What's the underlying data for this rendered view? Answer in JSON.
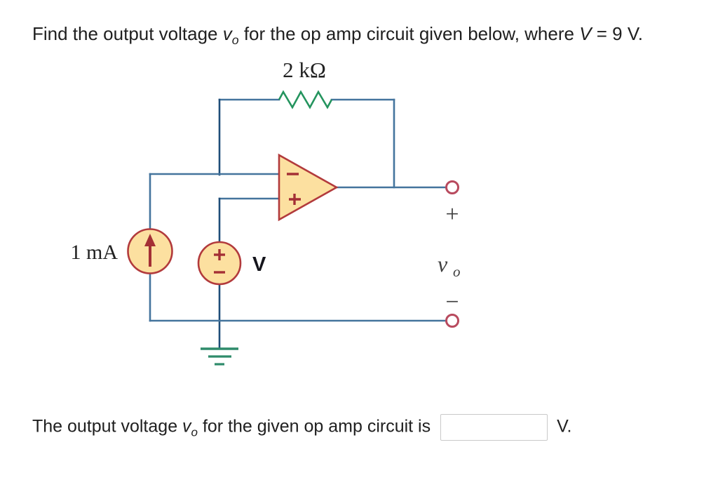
{
  "question": {
    "text_before": "Find the output voltage ",
    "var_v": "v",
    "var_sub": "o",
    "text_middle": " for the op amp circuit given below, where ",
    "var_V": "V",
    "text_after": " = 9 V."
  },
  "circuit": {
    "resistor_label": "2 kΩ",
    "current_source_label": "1 mA",
    "voltage_source_label": "V",
    "output_plus": "+",
    "output_minus": "−",
    "output_var_v": "v",
    "output_var_sub": "o"
  },
  "answer": {
    "text_before": "The output voltage ",
    "var_v": "v",
    "var_sub": "o",
    "text_after": " for the given op amp circuit is",
    "input_value": "",
    "unit": "V."
  },
  "colors": {
    "wire": "#44749d",
    "wire_dark": "#1f4e79",
    "resistor": "#24945e",
    "ground": "#2e8b6b",
    "component_fill": "#fce0a0",
    "component_stroke": "#b23a3c",
    "symbol_red": "#a42f35",
    "terminal": "#b84a5e",
    "text": "#222222",
    "input_border": "#c9c9c9"
  }
}
